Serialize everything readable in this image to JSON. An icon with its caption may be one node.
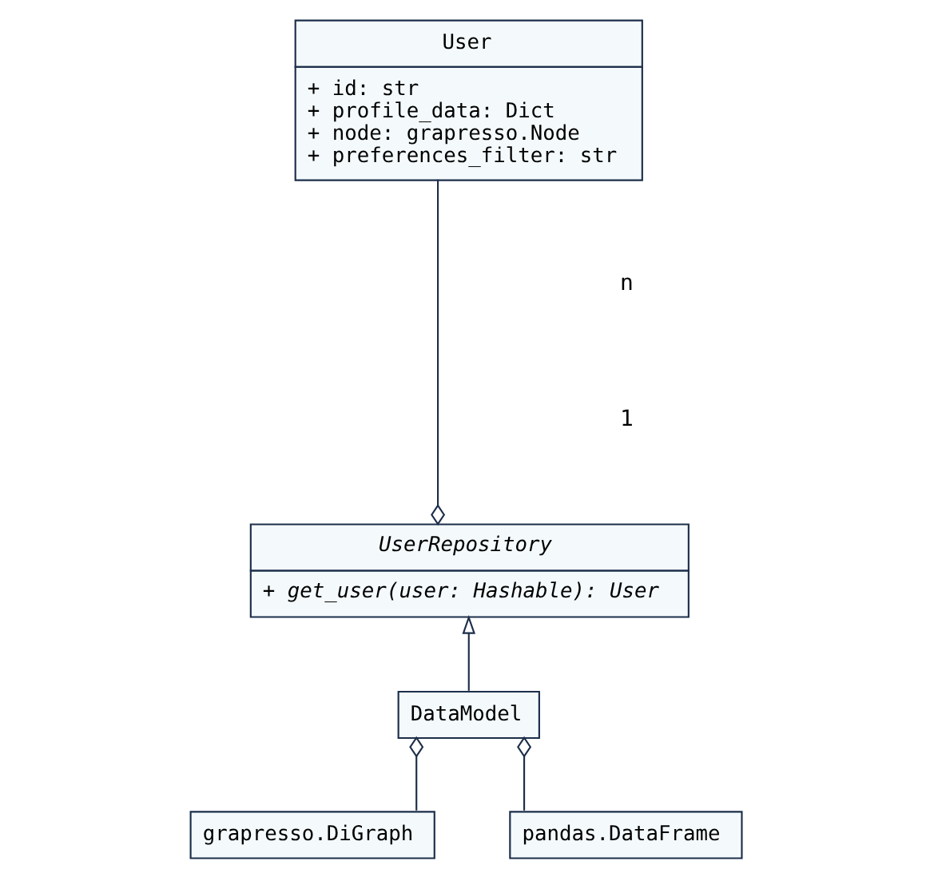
{
  "diagram": {
    "nodes": [
      {
        "text": [
          "User",
          "+ id: str",
          "+ profile_data: Dict",
          "+ node: grapresso.Node",
          "+ preferences_filter: str"
        ]
      },
      {
        "text": [
          "UserRepository",
          "+ get_user(user: Hashable): User"
        ]
      },
      {
        "text": [
          "DataModel"
        ]
      },
      {
        "text": [
          "grapresso.DiGraph"
        ]
      },
      {
        "text": [
          "pandas.DataFrame"
        ]
      }
    ],
    "edges": [
      {
        "from": 0,
        "to": 1,
        "arrow": "other"
      },
      {
        "from": 2,
        "to": 1,
        "arrow": "to"
      },
      {
        "from": 3,
        "to": 2,
        "arrow": "other"
      },
      {
        "from": 4,
        "to": 2,
        "arrow": "other"
      }
    ],
    "labels": [
      "n",
      "1"
    ]
  }
}
